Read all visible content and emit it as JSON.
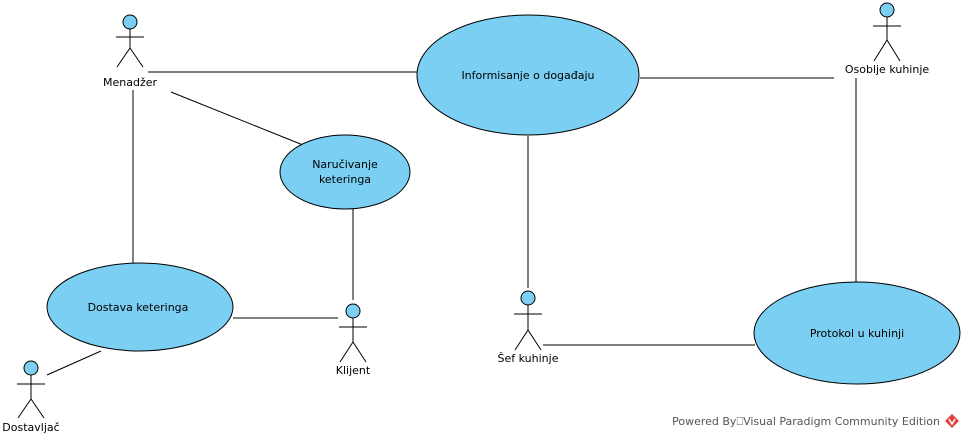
{
  "colors": {
    "usecase_fill": "#7bcff2",
    "actor_head_fill": "#7bcff2",
    "stroke": "#000000",
    "logo_red": "#e0403a"
  },
  "actors": {
    "menadzer": "Menadžer",
    "osoblje": "Osoblje kuhinje",
    "klijent": "Klijent",
    "sef": "Šef kuhinje",
    "dostavljac": "Dostavljač"
  },
  "usecases": {
    "informisanje": [
      "Informisanje o događaju"
    ],
    "narucivanje": [
      "Naručivanje",
      "keteringa"
    ],
    "dostava": [
      "Dostava keteringa"
    ],
    "protokol": [
      "Protokol u kuhinji"
    ]
  },
  "watermark": {
    "prefix": "Powered By",
    "glyph": "⎕",
    "suffix": "Visual Paradigm Community Edition",
    "logo_icon": "visual-paradigm-logo-icon"
  }
}
